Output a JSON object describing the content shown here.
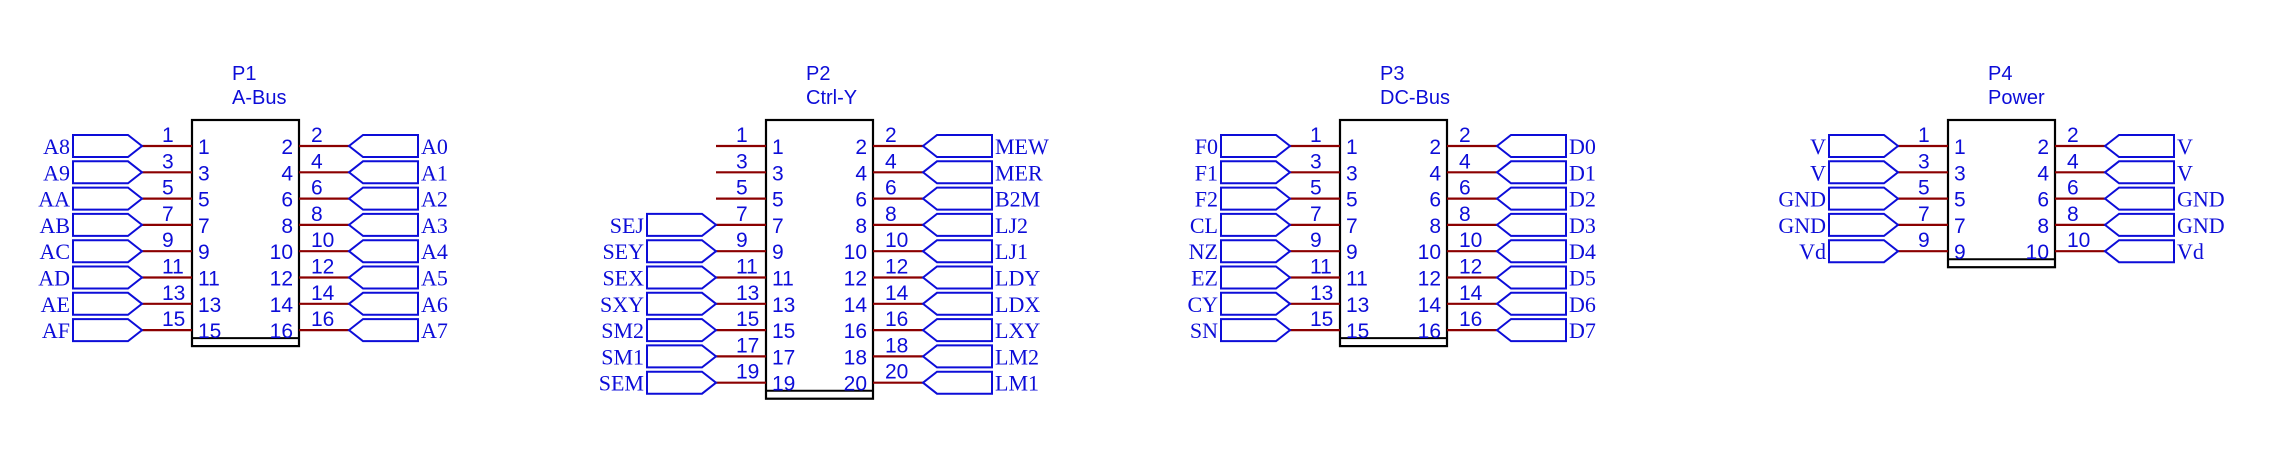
{
  "colors": {
    "wire": "#8b0000",
    "label": "#0d0dd8",
    "body": "#000000",
    "background": "#ffffff"
  },
  "connectors": [
    {
      "ref": "P1",
      "name": "A-Bus",
      "pins": 16,
      "left_labels": [
        "A8",
        "A9",
        "AA",
        "AB",
        "AC",
        "AD",
        "AE",
        "AF"
      ],
      "right_labels": [
        "A0",
        "A1",
        "A2",
        "A3",
        "A4",
        "A5",
        "A6",
        "A7"
      ]
    },
    {
      "ref": "P2",
      "name": "Ctrl-Y",
      "pins": 20,
      "left_labels": [
        "",
        "",
        "",
        "SEJ",
        "SEY",
        "SEX",
        "SXY",
        "SM2",
        "SM1",
        "SEM"
      ],
      "right_labels": [
        "MEW",
        "MER",
        "B2M",
        "LJ2",
        "LJ1",
        "LDY",
        "LDX",
        "LXY",
        "LM2",
        "LM1"
      ]
    },
    {
      "ref": "P3",
      "name": "DC-Bus",
      "pins": 16,
      "left_labels": [
        "F0",
        "F1",
        "F2",
        "CL",
        "NZ",
        "EZ",
        "CY",
        "SN"
      ],
      "right_labels": [
        "D0",
        "D1",
        "D2",
        "D3",
        "D4",
        "D5",
        "D6",
        "D7"
      ]
    },
    {
      "ref": "P4",
      "name": "Power",
      "pins": 10,
      "left_labels": [
        "V",
        "V",
        "GND",
        "GND",
        "Vd"
      ],
      "right_labels": [
        "V",
        "V",
        "GND",
        "GND",
        "Vd"
      ]
    }
  ]
}
